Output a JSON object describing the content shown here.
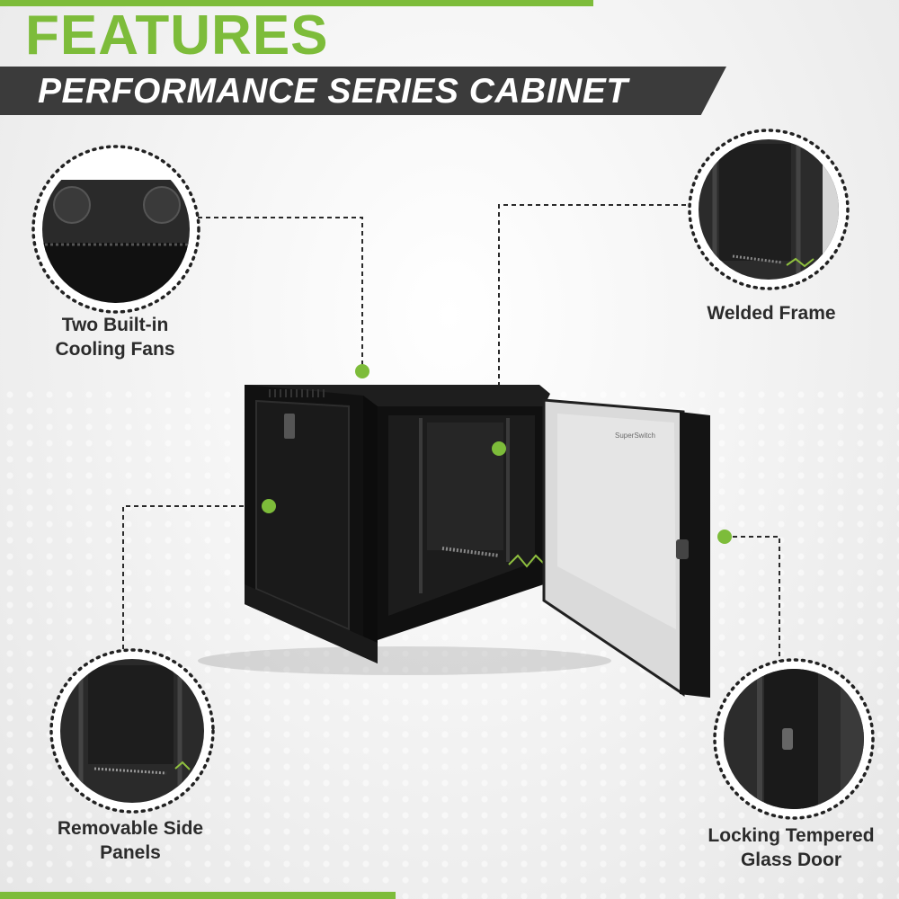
{
  "header": {
    "title": "FEATURES",
    "subtitle": "PERFORMANCE SERIES CABINET"
  },
  "product": {
    "door_logo_text": "SuperSwitch"
  },
  "callouts": [
    {
      "label_line1": "Two Built-in",
      "label_line2": "Cooling Fans",
      "icon": "cooling-fan-closeup"
    },
    {
      "label_line1": "Welded Frame",
      "label_line2": "",
      "icon": "welded-frame-closeup"
    },
    {
      "label_line1": "Removable Side",
      "label_line2": "Panels",
      "icon": "side-panel-closeup"
    },
    {
      "label_line1": "Locking Tempered",
      "label_line2": "Glass Door",
      "icon": "glass-door-lock-closeup"
    }
  ],
  "colors": {
    "accent": "#7dbc3a",
    "band": "#3b3b3b",
    "cabinet": "#141414",
    "text": "#2b2b2b"
  }
}
